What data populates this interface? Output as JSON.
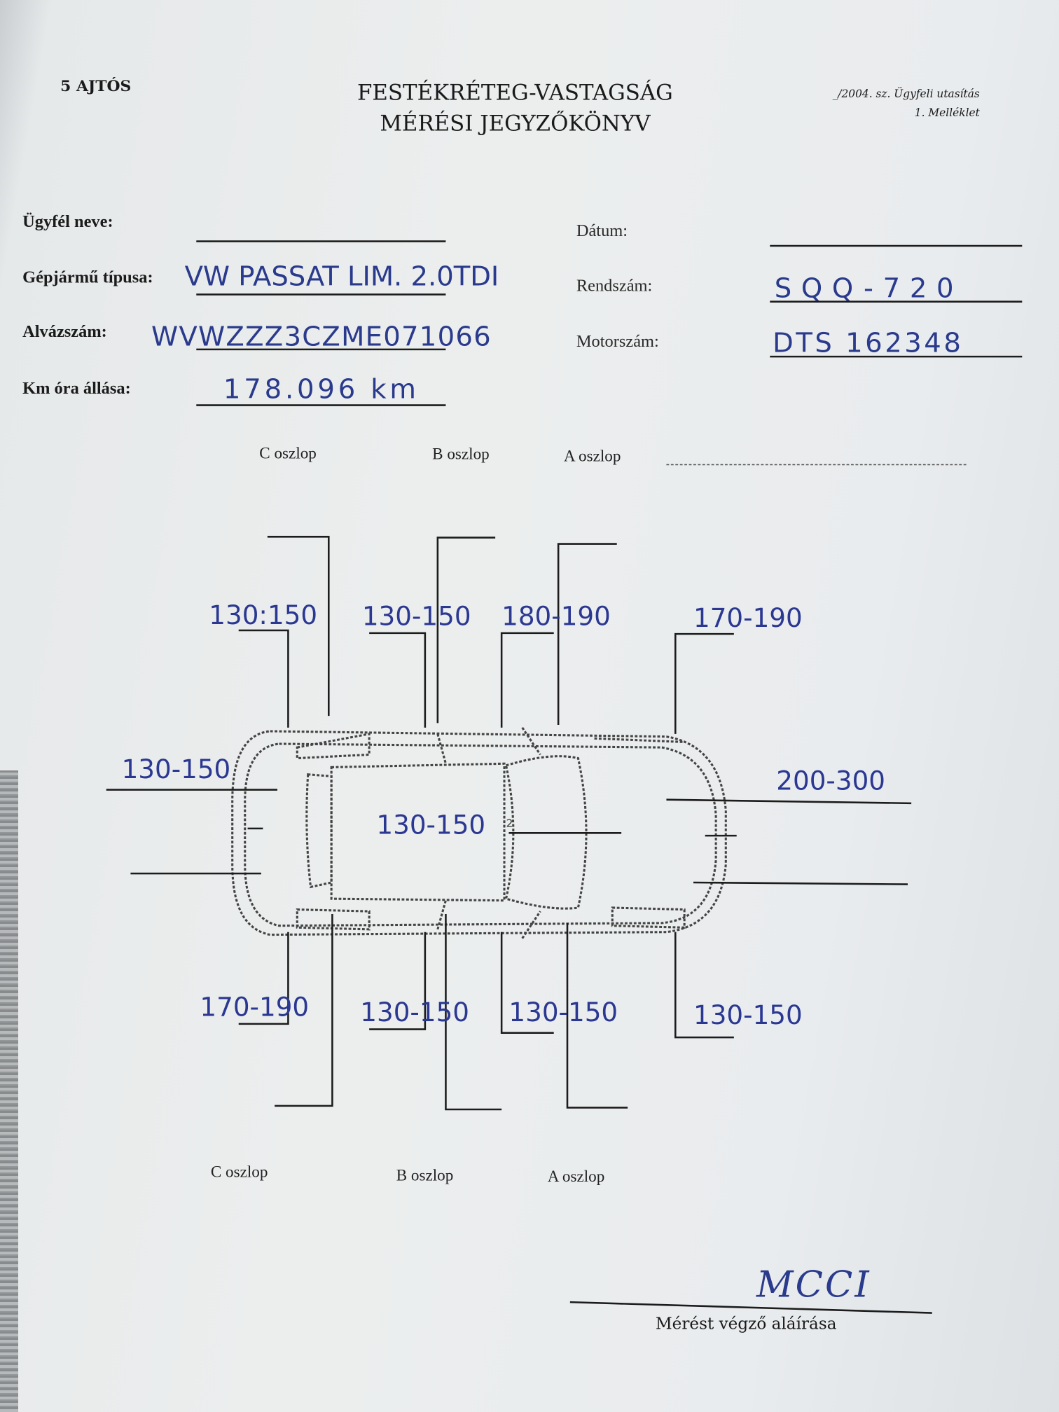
{
  "header": {
    "doors": "5 AJTÓS",
    "title_line1": "FESTÉKRÉTEG-VASTAGSÁG",
    "title_line2": "MÉRÉSI JEGYZŐKÖNYV",
    "ref_line1": "_/2004. sz. Ügyfeli utasítás",
    "ref_line2": "1. Melléklet"
  },
  "fields": {
    "customer_label": "Ügyfél neve:",
    "customer_value": "",
    "vehicle_type_label": "Gépjármű típusa:",
    "vehicle_type_value": "VW PASSAT LIM. 2.0TDI",
    "chassis_label": "Alvázszám:",
    "chassis_value": "WVWZZZ3CZME071066",
    "odometer_label": "Km óra állása:",
    "odometer_value": "178.096 km",
    "date_label": "Dátum:",
    "date_value": "",
    "plate_label": "Rendszám:",
    "plate_value": "SQQ-720",
    "engine_label": "Motorszám:",
    "engine_value": "DTS 162348"
  },
  "pillars": {
    "top": [
      "C oszlop",
      "B oszlop",
      "A oszlop"
    ],
    "bottom": [
      "C oszlop",
      "B oszlop",
      "A oszlop"
    ]
  },
  "measurements": {
    "top_rear_fender": "130:150",
    "top_rear_door": "130-150",
    "top_front_door": "180-190",
    "top_front_fender": "170-190",
    "trunk": "130-150",
    "roof": "130-150",
    "hood": "200-300",
    "bottom_rear_fender": "170-190",
    "bottom_rear_door": "130-150",
    "bottom_front_door": "130-150",
    "bottom_front_fender": "130-150"
  },
  "signature": {
    "label": "Mérést végző aláírása",
    "scrawl": "MCCI"
  }
}
